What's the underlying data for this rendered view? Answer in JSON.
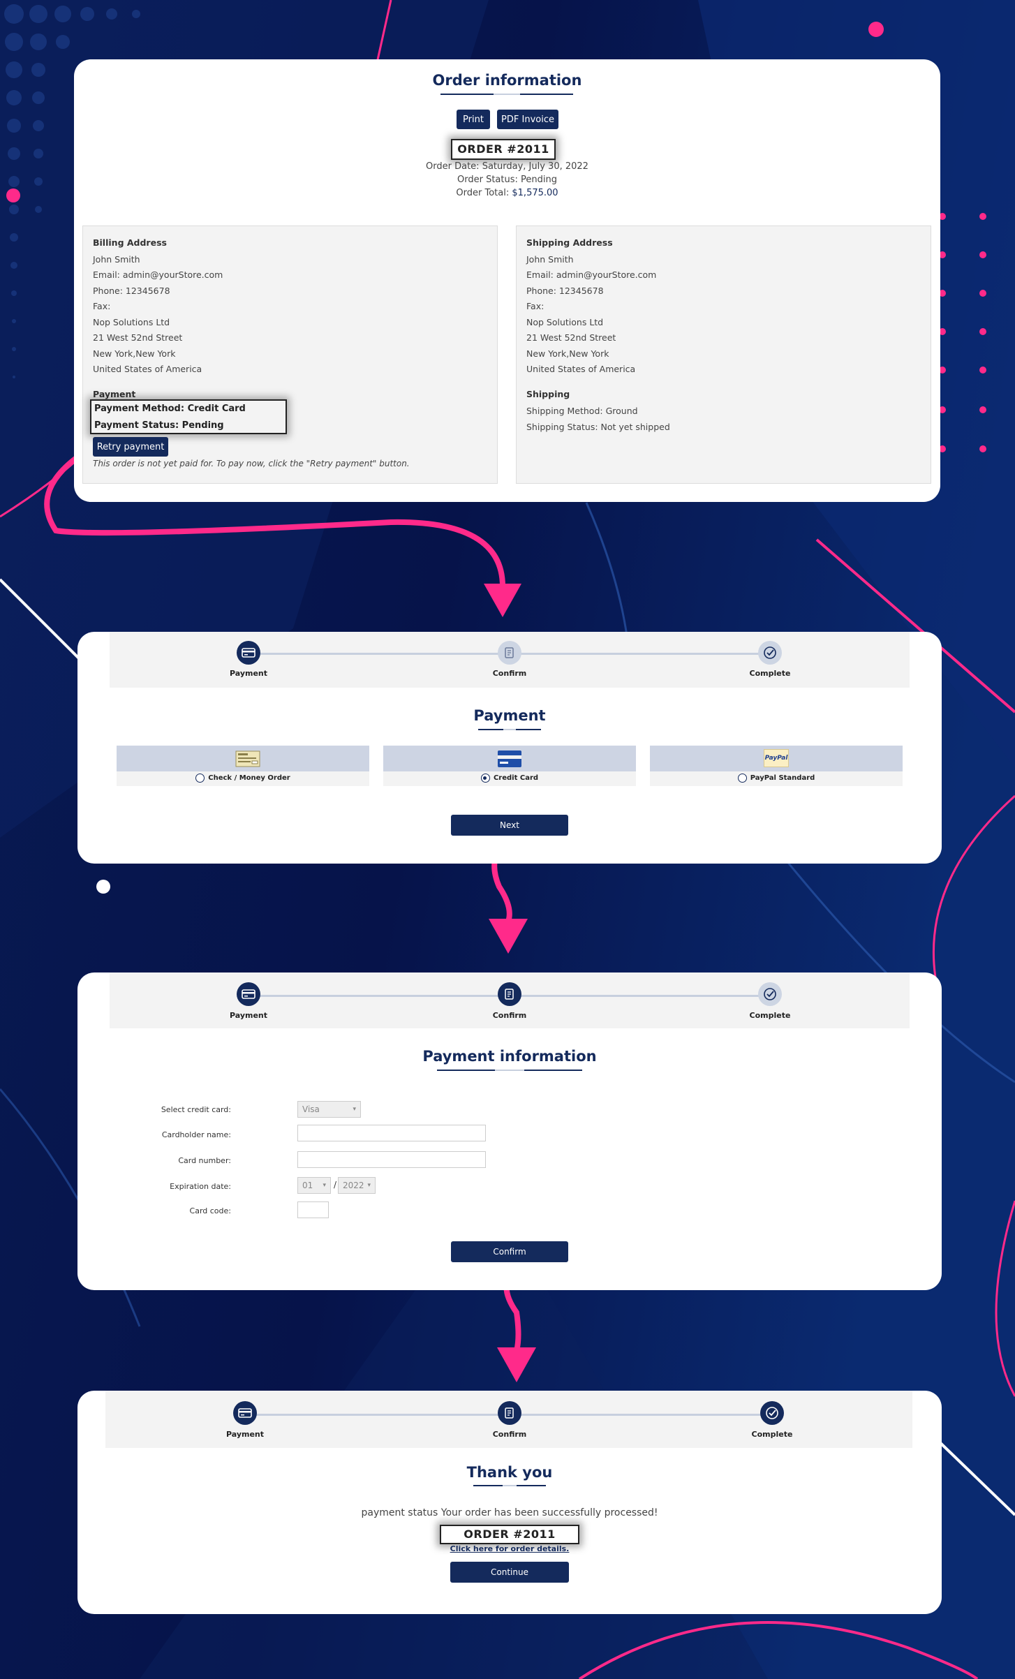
{
  "colors": {
    "navy": "#142a5c",
    "pink": "#ff2a8a",
    "bg": "#050e3d",
    "panel": "#f3f3f3"
  },
  "order_info": {
    "title": "Order information",
    "print_label": "Print",
    "pdf_label": "PDF Invoice",
    "order_number": "ORDER #2011",
    "order_date": "Order Date: Saturday, July 30, 2022",
    "order_status": "Order Status: Pending",
    "order_total_label": "Order Total:",
    "order_total_value": "$1,575.00",
    "billing": {
      "heading": "Billing Address",
      "lines": [
        "John Smith",
        "Email: admin@yourStore.com",
        "Phone: 12345678",
        "Fax:",
        "Nop Solutions Ltd",
        "21 West 52nd Street",
        "New York,New York",
        "United States of America"
      ],
      "payment_heading": "Payment",
      "payment_method": "Payment Method: Credit Card",
      "payment_status": "Payment Status: Pending",
      "retry_label": "Retry payment",
      "note": "This order is not yet paid for. To pay now, click the \"Retry payment\" button."
    },
    "shipping": {
      "heading": "Shipping Address",
      "lines": [
        "John Smith",
        "Email: admin@yourStore.com",
        "Phone: 12345678",
        "Fax:",
        "Nop Solutions Ltd",
        "21 West 52nd Street",
        "New York,New York",
        "United States of America"
      ],
      "shipping_heading": "Shipping",
      "shipping_method": "Shipping Method: Ground",
      "shipping_status": "Shipping Status: Not yet shipped"
    }
  },
  "steps": {
    "payment": "Payment",
    "confirm": "Confirm",
    "complete": "Complete"
  },
  "payment_select": {
    "title": "Payment",
    "methods": [
      {
        "label": "Check / Money Order",
        "selected": false,
        "icon": "check-icon"
      },
      {
        "label": "Credit Card",
        "selected": true,
        "icon": "credit-card-icon"
      },
      {
        "label": "PayPal Standard",
        "selected": false,
        "icon": "paypal-icon"
      }
    ],
    "paypal_logo_text": "PayPal",
    "next_label": "Next"
  },
  "payment_info": {
    "title": "Payment information",
    "select_card_label": "Select credit card:",
    "select_card_value": "Visa",
    "cardholder_label": "Cardholder name:",
    "card_number_label": "Card number:",
    "expiration_label": "Expiration date:",
    "exp_month": "01",
    "exp_sep": "/",
    "exp_year": "2022",
    "card_code_label": "Card code:",
    "confirm_label": "Confirm"
  },
  "thank_you": {
    "title": "Thank you",
    "message": "payment status Your order has been successfully processed!",
    "order_number": "ORDER #2011",
    "details_link": "Click here for order details.",
    "continue_label": "Continue"
  }
}
